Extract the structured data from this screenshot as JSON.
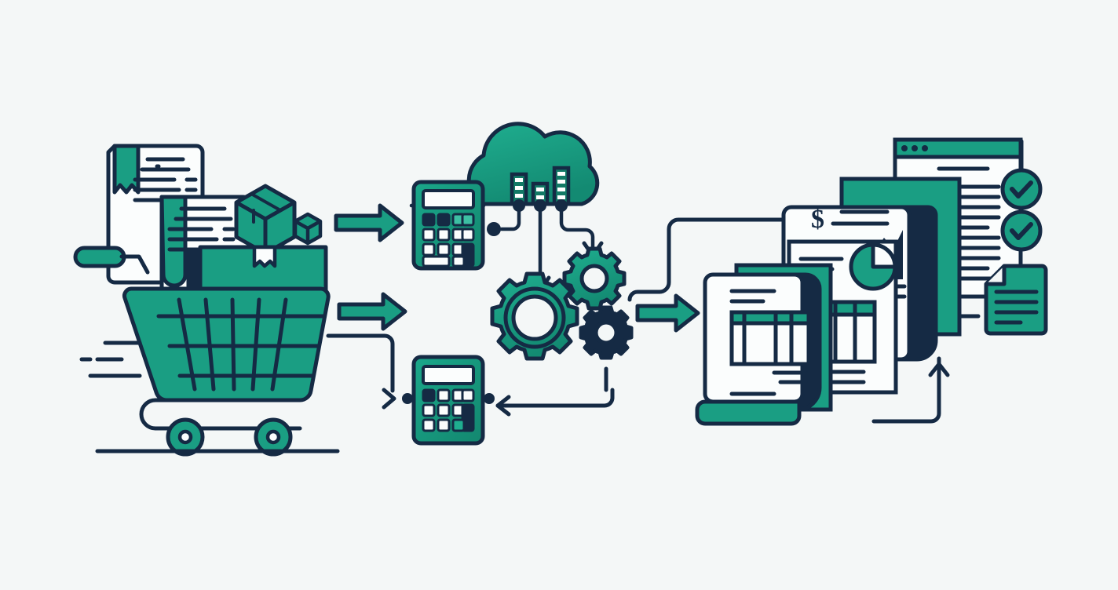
{
  "illustration": {
    "title": "Procurement to Financial Reporting Workflow",
    "background_color": "#f4f7f7",
    "palette": {
      "teal": "#1a9e83",
      "teal_dark": "#14836d",
      "navy": "#152a44",
      "navy_deep": "#0f2133",
      "paper": "#fbfdfd",
      "white": "#ffffff"
    },
    "stages": [
      {
        "id": "stage-purchasing",
        "label": "Shopping cart with receipts, boxes and packages",
        "elements": [
          "receipt-back",
          "receipt-front",
          "parcel-box-large",
          "parcel-box-small",
          "cart-body",
          "cart-handle",
          "cart-wheel-left",
          "cart-wheel-right",
          "motion-lines",
          "ground-line"
        ]
      },
      {
        "id": "stage-calculation",
        "label": "Calculators, cloud data and processing gears",
        "elements": [
          "calculator-top",
          "calculator-bottom",
          "cloud-server",
          "gear-large",
          "gear-medium",
          "gear-small-dark"
        ]
      },
      {
        "id": "stage-reporting",
        "label": "Stacked financial reports, dashboards and approvals",
        "elements": [
          "report-table",
          "report-chart",
          "report-currency",
          "browser-window",
          "check-badge-top",
          "check-badge-bottom",
          "signed-document"
        ]
      }
    ],
    "connectors": [
      {
        "id": "arrow-cart-to-calculator-top",
        "direction": "right",
        "style": "solid-teal"
      },
      {
        "id": "arrow-cart-to-gears",
        "direction": "right",
        "style": "solid-teal"
      },
      {
        "id": "arrow-gears-to-reports",
        "direction": "right",
        "style": "solid-teal"
      },
      {
        "id": "line-cloud-to-gear-large",
        "direction": "down",
        "style": "thin-navy"
      },
      {
        "id": "line-cloud-to-gear-medium",
        "direction": "down-right",
        "style": "thin-navy"
      },
      {
        "id": "line-cloud-node-left",
        "direction": "left",
        "style": "thin-navy"
      },
      {
        "id": "line-cart-to-calculator-bottom",
        "direction": "down-right",
        "style": "thin-navy"
      },
      {
        "id": "line-gears-back-to-calculator",
        "direction": "left",
        "style": "thin-navy"
      },
      {
        "id": "line-gears-up-to-reports",
        "direction": "up-right",
        "style": "thin-navy"
      },
      {
        "id": "line-reports-to-signed-document",
        "direction": "right",
        "style": "thin-navy"
      },
      {
        "id": "line-feedback-loop-bottom",
        "direction": "up",
        "style": "thin-navy"
      },
      {
        "id": "line-checks-to-document",
        "direction": "down",
        "style": "thin-navy"
      }
    ],
    "symbols": {
      "currency_sign": "$",
      "check_mark": "✓",
      "window_dots": 3
    },
    "counts": {
      "calculators": 2,
      "gears": 3,
      "check_badges": 2,
      "cart_wheels": 2,
      "report_pages": 4,
      "motion_lines": 4
    }
  }
}
